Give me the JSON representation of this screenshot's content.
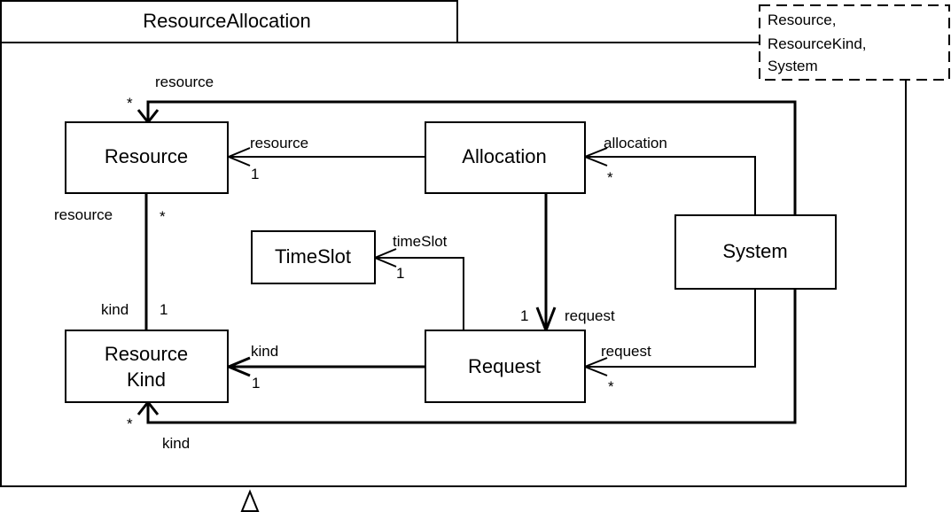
{
  "package": {
    "name": "ResourceAllocation",
    "parameters": [
      "Resource,",
      "ResourceKind,",
      "System"
    ]
  },
  "classes": {
    "resource": "Resource",
    "allocation": "Allocation",
    "timeslot": "TimeSlot",
    "system": "System",
    "request": "Request",
    "resource_kind": [
      "Resource",
      "Kind"
    ]
  },
  "associations": {
    "allocation_resource": {
      "role": "resource",
      "mult": "1"
    },
    "system_allocation": {
      "role": "allocation",
      "mult": "*"
    },
    "resource_kind": {
      "role_top": "resource",
      "mult_top": "*",
      "role_bottom": "kind",
      "mult_bottom": "1"
    },
    "request_timeslot": {
      "role": "timeSlot",
      "mult": "1"
    },
    "allocation_request": {
      "role": "request",
      "mult": "1"
    },
    "request_kind": {
      "role": "kind",
      "mult": "1"
    },
    "system_request": {
      "role": "request",
      "mult": "*"
    },
    "system_resource": {
      "role": "resource",
      "mult": "*"
    },
    "system_kind": {
      "role": "kind",
      "mult": "*"
    }
  }
}
